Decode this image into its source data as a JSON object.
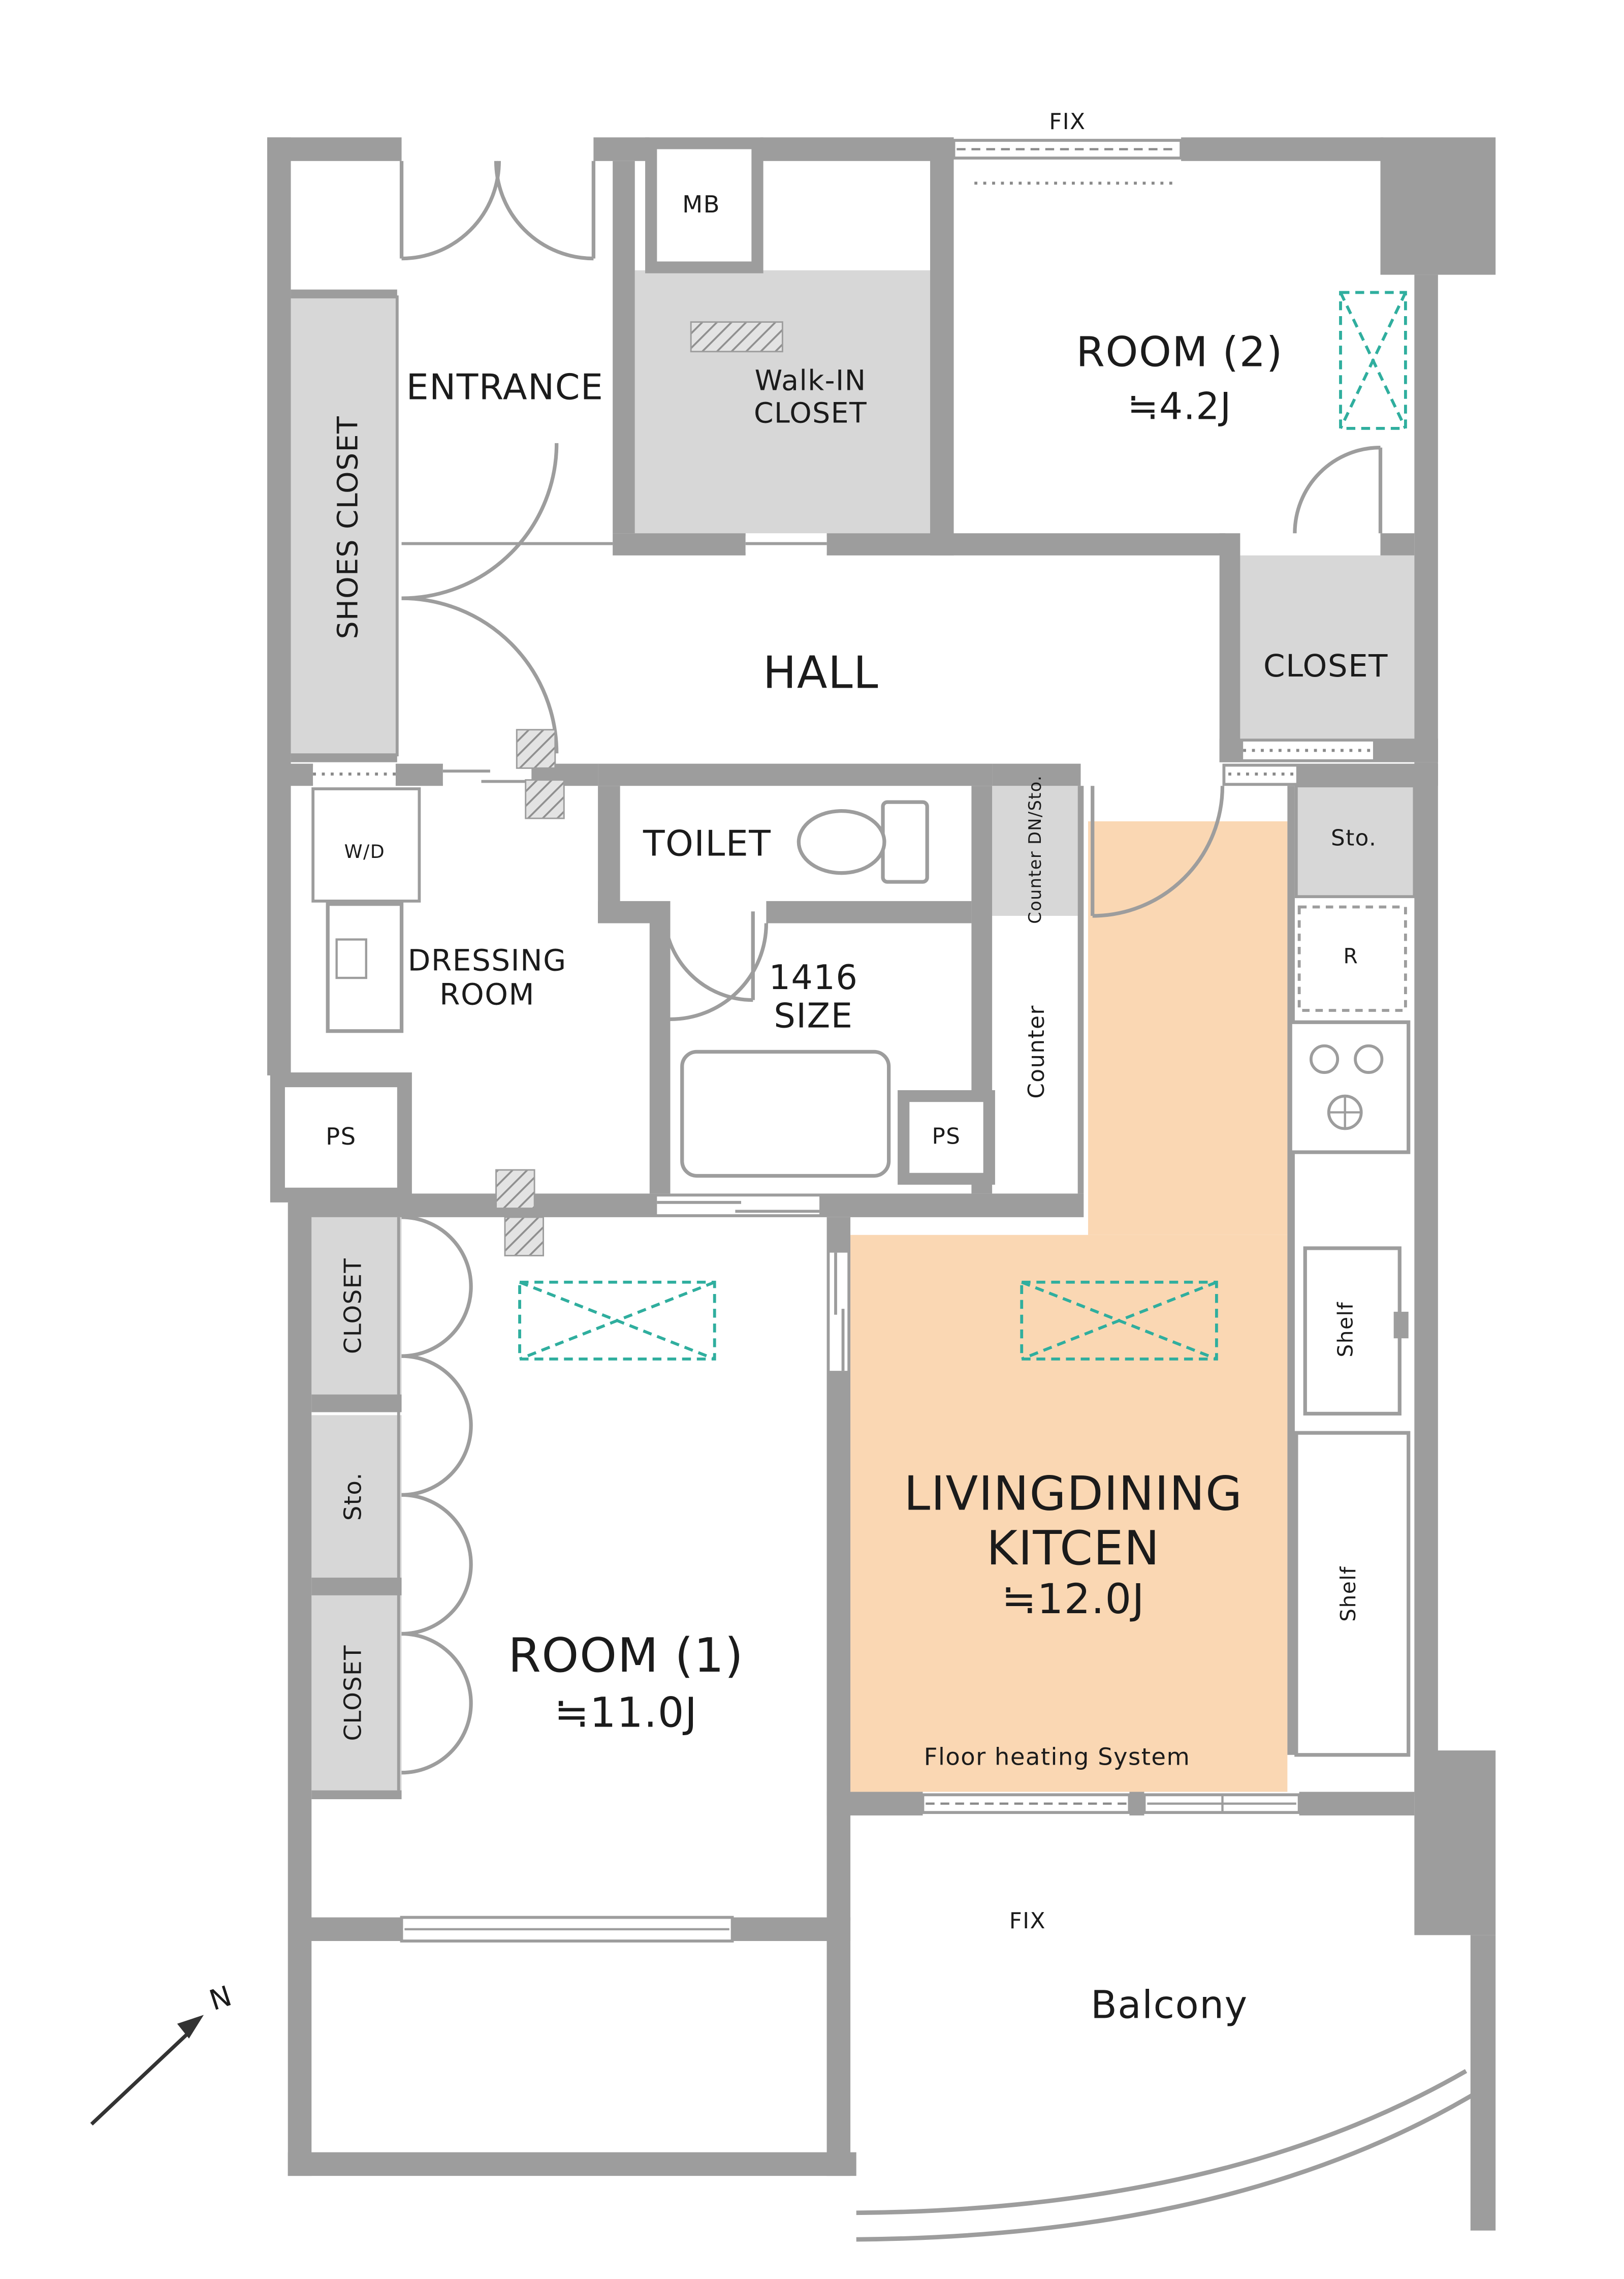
{
  "colors": {
    "wall_gray": "#9d9d9d",
    "closet_fill_gray": "#d7d7d7",
    "floor_heating_orange": "#fad7b3",
    "fixture_teal": "#2fae9e"
  },
  "windows": {
    "fix_top": "FIX",
    "fix_bottom": "FIX"
  },
  "compass": {
    "north": "N"
  },
  "rooms": {
    "entrance": "ENTRANCE",
    "shoes_closet": "SHOES CLOSET",
    "meter_box": "MB",
    "walk_in_closet": {
      "line1": "Walk-IN",
      "line2": "CLOSET"
    },
    "room2": {
      "name": "ROOM (2)",
      "size": "≒4.2J"
    },
    "hall": "HALL",
    "closet_right": "CLOSET",
    "washer_dryer": "W/D",
    "dressing_room": {
      "line1": "DRESSING",
      "line2": "ROOM"
    },
    "toilet": "TOILET",
    "bathroom": {
      "line1": "1416",
      "line2": "SIZE"
    },
    "ps_left": "PS",
    "ps_right": "PS",
    "counter_dn": "Counter DN/Sto.",
    "counter": "Counter",
    "kitchen_storage": "Sto.",
    "refrigerator": "R",
    "shelf_upper": "Shelf",
    "shelf_lower": "Shelf",
    "ldk": {
      "line1": "LIVINGDINING",
      "line2": "KITCEN",
      "size": "≒12.0J",
      "note": "Floor heating System"
    },
    "room1": {
      "name": "ROOM (1)",
      "size": "≒11.0J"
    },
    "closet_left_top": "CLOSET",
    "storage_left": "Sto.",
    "closet_left_bottom": "CLOSET",
    "balcony": "Balcony"
  }
}
